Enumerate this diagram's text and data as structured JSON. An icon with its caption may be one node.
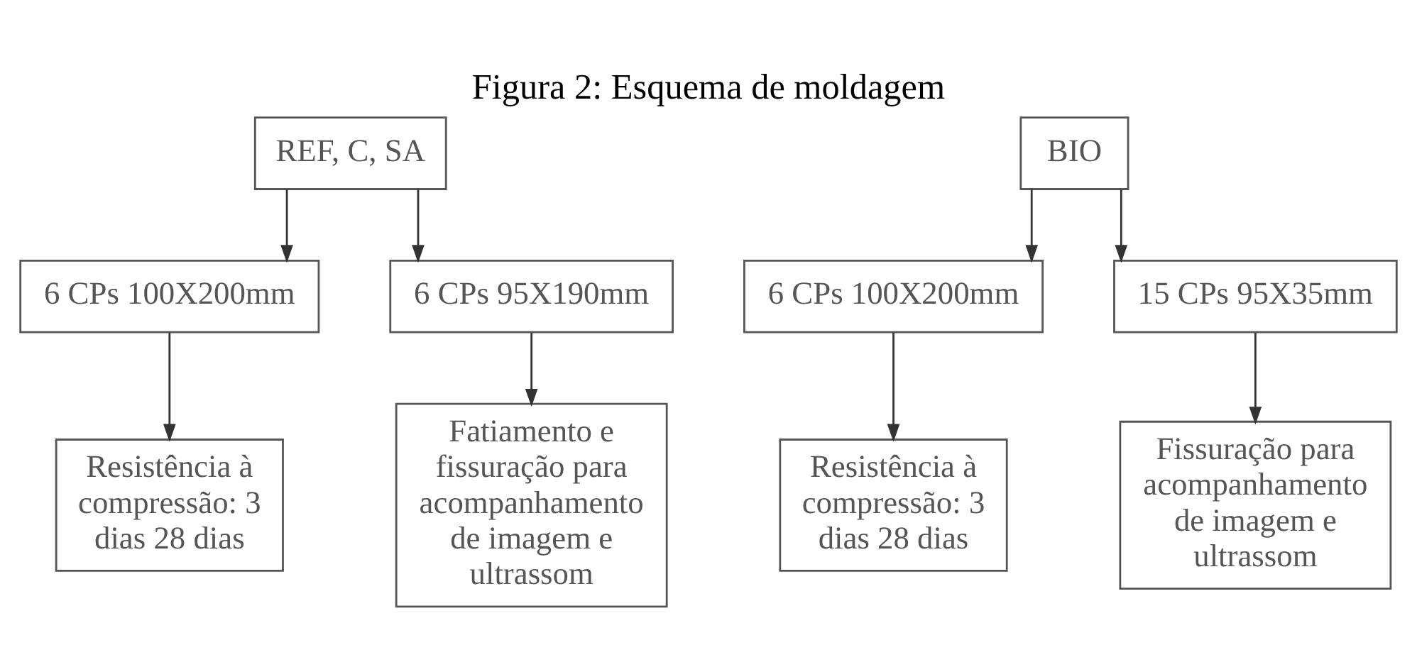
{
  "diagram": {
    "title": "Figura 2: Esquema de moldagem",
    "nodes": [
      {
        "text": [
          "REF, C, SA"
        ]
      },
      {
        "text": [
          "BIO"
        ]
      },
      {
        "text": [
          "6 CPs 100X200mm"
        ]
      },
      {
        "text": [
          "6 CPs 95X190mm"
        ]
      },
      {
        "text": [
          "Resistência à compressão: 3 dias 28 dias"
        ]
      },
      {
        "text": [
          "Fatiamento e fissuração para acompanhamento de imagem e ultrassom"
        ]
      },
      {
        "text": [
          "6 CPs 100X200mm"
        ]
      },
      {
        "text": [
          "15 CPs 95X35mm"
        ]
      },
      {
        "text": [
          "Resistência à compressão: 3 dias 28 dias"
        ]
      },
      {
        "text": [
          "Fissuração para acompanhamento de imagem e ultrassom"
        ]
      }
    ],
    "edges": [
      {
        "from": 0,
        "to": 2,
        "arrow": "to"
      },
      {
        "from": 0,
        "to": 3,
        "arrow": "to"
      },
      {
        "from": 2,
        "to": 4,
        "arrow": "to"
      },
      {
        "from": 3,
        "to": 5,
        "arrow": "to"
      },
      {
        "from": 1,
        "to": 6,
        "arrow": "to"
      },
      {
        "from": 1,
        "to": 7,
        "arrow": "to"
      },
      {
        "from": 6,
        "to": 8,
        "arrow": "to"
      },
      {
        "from": 7,
        "to": 9,
        "arrow": "to"
      }
    ]
  }
}
